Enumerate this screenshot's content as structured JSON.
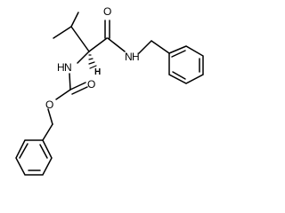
{
  "molecule": {
    "atoms": {
      "amide_o": "O",
      "amide_n": "N",
      "amide_h": "H",
      "carbamate_n": "N",
      "carbamate_h": "H",
      "stereo_h": "H",
      "carbonyl_o": "O",
      "ester_o": "O"
    }
  }
}
